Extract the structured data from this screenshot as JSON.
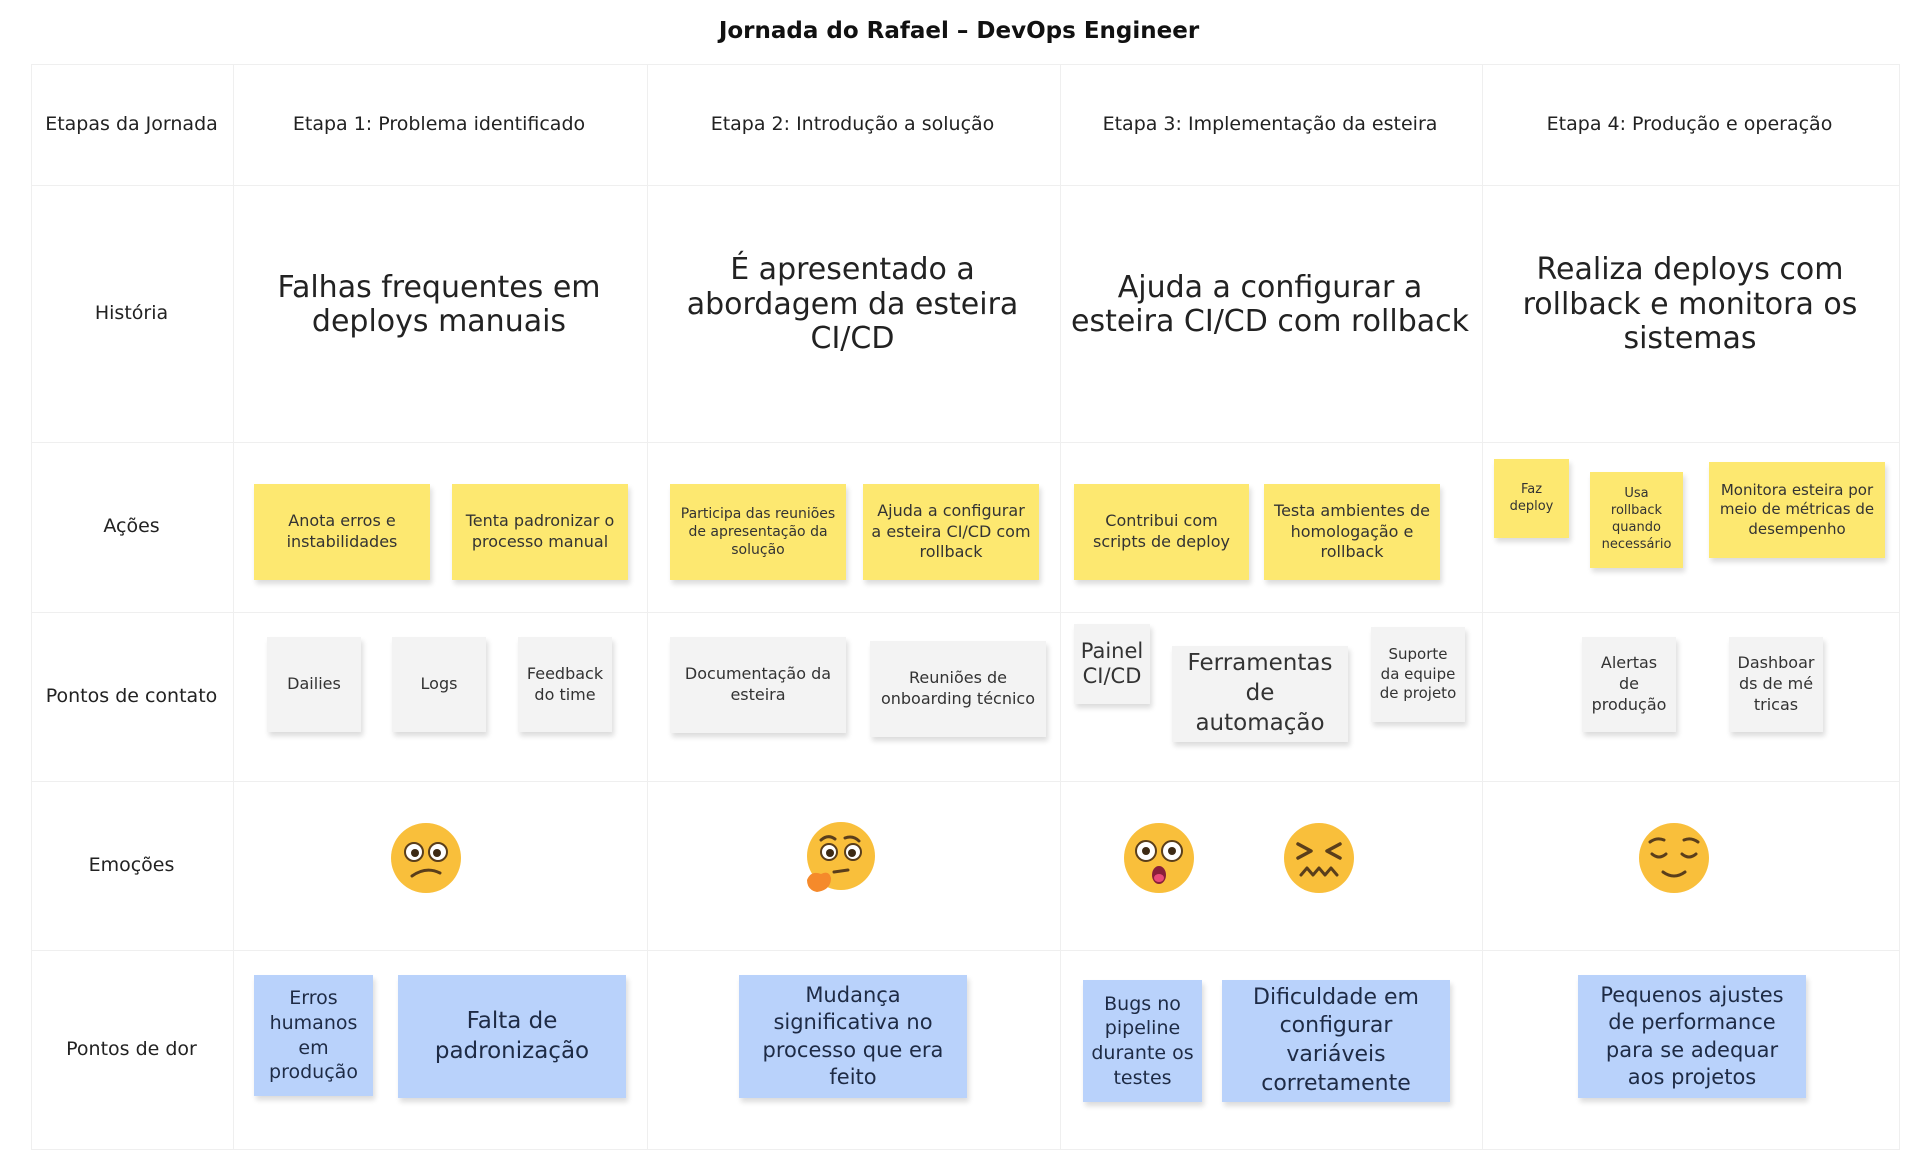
{
  "board": {
    "title": "Jornada do Rafael – DevOps Engineer"
  },
  "rows": {
    "stages": "Etapas da Jornada",
    "story": "História",
    "actions": "Ações",
    "touchpoints": "Pontos de contato",
    "emotions": "Emoções",
    "pains": "Pontos de dor"
  },
  "stages": [
    {
      "header": "Etapa 1: Problema identificado",
      "story": "Falhas frequentes em deploys manuais",
      "actions": [
        "Anota erros e instabilidades",
        "Tenta padronizar o processo manual"
      ],
      "touchpoints": [
        "Dailies",
        "Logs",
        "Feedback do time"
      ],
      "emotions": [
        "confused-face-icon"
      ],
      "pains": [
        "Erros humanos em produção",
        "Falta de padronização"
      ]
    },
    {
      "header": "Etapa 2: Introdução a solução",
      "story": "É apresentado a abordagem da esteira CI/CD",
      "actions": [
        "Participa das reuniões de apresentação da solução",
        "Ajuda a configurar a esteira CI/CD com rollback"
      ],
      "touchpoints": [
        "Documentação da esteira",
        "Reuniões de onboarding técnico"
      ],
      "emotions": [
        "thinking-face-icon"
      ],
      "pains": [
        "Mudança significativa no processo que era feito"
      ]
    },
    {
      "header": "Etapa 3: Implementação da esteira",
      "story": "Ajuda a configurar a esteira CI/CD com rollback",
      "actions": [
        "Contribui com scripts de deploy",
        "Testa ambientes de homologação e rollback"
      ],
      "touchpoints": [
        "Painel CI/CD",
        "Ferramentas de automação",
        "Suporte da equipe de projeto"
      ],
      "emotions": [
        "astonished-face-icon",
        "confounded-face-icon"
      ],
      "pains": [
        "Bugs no pipeline durante os testes",
        "Dificuldade em configurar variáveis corretamente"
      ]
    },
    {
      "header": "Etapa 4: Produção e operação",
      "story": "Realiza deploys com rollback e monitora os sistemas",
      "actions": [
        "Faz deploy",
        "Usa rollback quando necessário",
        "Monitora esteira por meio de métricas de desempenho"
      ],
      "touchpoints": [
        "Alertas de produção",
        "Dashboards de métricas"
      ],
      "emotions": [
        "relieved-face-icon"
      ],
      "pains": [
        "Pequenos ajustes de performance para se adequar aos projetos"
      ]
    }
  ],
  "colors": {
    "action_note": "#fde870",
    "touchpoint_note": "#f3f3f3",
    "pain_note": "#b9d2fb",
    "emoji_face": "#f9bf3b"
  }
}
